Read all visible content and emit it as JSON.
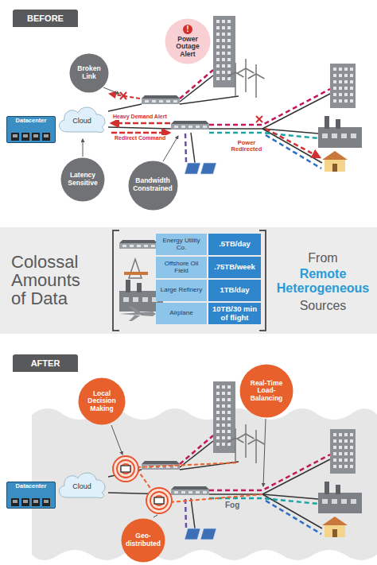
{
  "diagram": {
    "nodes": [
      {
        "text": [
          "!",
          "Power Outage Alert"
        ]
      },
      {
        "text": [
          "Broken Link"
        ]
      },
      {
        "text": [
          "Datacenter"
        ]
      },
      {
        "text": [
          "Cloud"
        ]
      },
      {
        "text": [
          "Latency Sensitive"
        ]
      },
      {
        "text": [
          "Bandwidth Constrained"
        ]
      },
      {
        "text": [
          "Local Decision Making"
        ]
      },
      {
        "text": [
          "Real-Time Load-Balancing"
        ]
      },
      {
        "text": [
          "Datacenter"
        ]
      },
      {
        "text": [
          "Cloud"
        ]
      },
      {
        "text": [
          "Geo-distributed"
        ]
      }
    ],
    "labels": [
      "BEFORE",
      "Heavy Demand Alert",
      "Redirect Command",
      "Power Redirected",
      "Colossal Amounts of Data",
      "Energy Utility Co.",
      ".5TB/day",
      "Offshore Oil Field",
      ".75TB/week",
      "Large Refinery",
      "1TB/day",
      "Airplane",
      "10TB/30 min of flight",
      "From",
      "Remote Heterogeneous",
      "Sources",
      "AFTER",
      "Fog"
    ]
  }
}
